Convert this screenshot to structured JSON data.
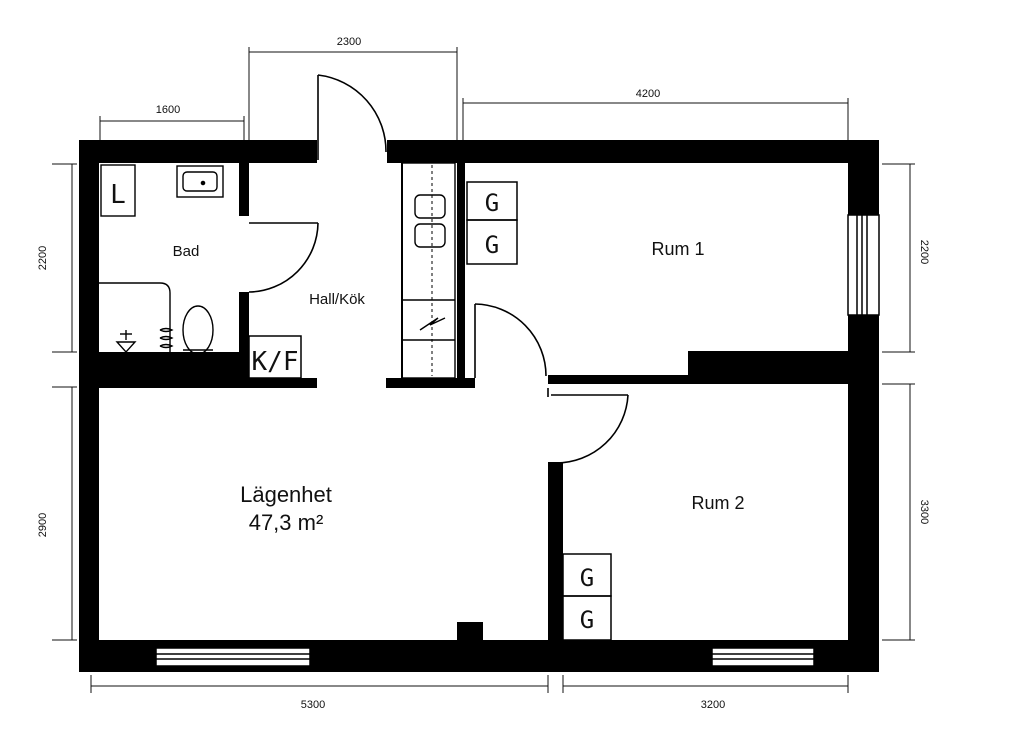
{
  "plan": {
    "rooms": {
      "bad": "Bad",
      "hall_kok": "Hall/Kök",
      "rum1": "Rum 1",
      "rum2": "Rum 2",
      "lagenhet": "Lägenhet",
      "area": "47,3 m²"
    },
    "fixtures": {
      "laundry": "L",
      "kf": "K/F",
      "wardrobe": "G"
    },
    "dimensions": {
      "top_left": "1600",
      "top_mid": "2300",
      "top_right": "4200",
      "left_upper": "2200",
      "left_lower": "2900",
      "right_upper": "2200",
      "right_lower": "3300",
      "bottom_left": "5300",
      "bottom_right": "3200"
    }
  }
}
